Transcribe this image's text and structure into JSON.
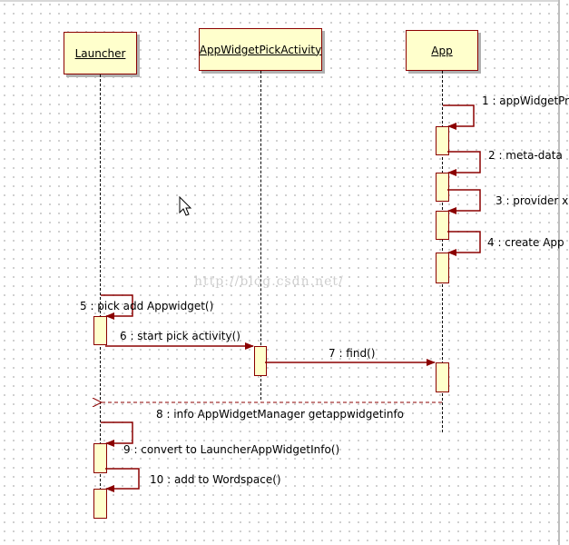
{
  "lifelines": {
    "launcher": "Launcher",
    "pick_activity": "AppWidgetPickActivity",
    "app": "App"
  },
  "messages": [
    "1 : appWidgetPr",
    "2 : meta-data",
    "3 : provider x",
    "4 : create App",
    "5 : pick add Appwidget()",
    "6 : start pick activity()",
    "7 : find()",
    "8 : info AppWidgetManager getappwidgetinfo",
    "9 : convert to LauncherAppWidgetInfo()",
    "10 : add to Wordspace()"
  ],
  "watermark": "http://blog.csdn.net/",
  "colors": {
    "box_fill": "#ffffcc",
    "box_border": "#8b0000",
    "arrow": "#8b0000",
    "grid_dot": "#c9c9c9"
  },
  "icons": {
    "cursor": "mouse-pointer-icon"
  }
}
